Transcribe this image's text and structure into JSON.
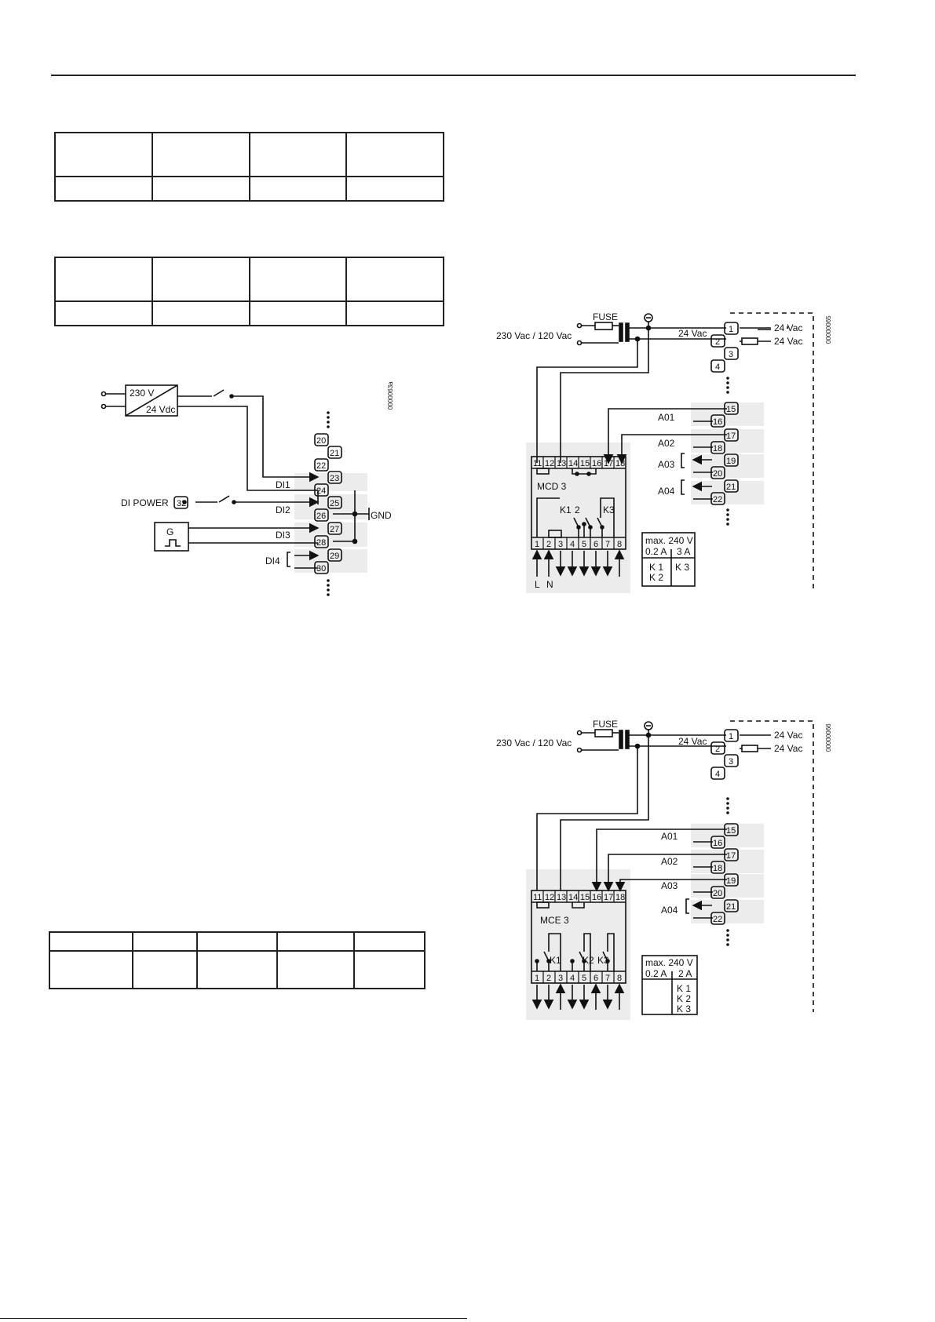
{
  "digital_inputs_diagram": {
    "psu_in": "230 V",
    "psu_out": "24 Vdc",
    "di_power": "DI POWER",
    "di_power_term": "32",
    "gnd": "GND",
    "generator": "G",
    "di1": "DI1",
    "di2": "DI2",
    "di3": "DI3",
    "di4": "DI4",
    "terms": [
      "20",
      "21",
      "22",
      "23",
      "24",
      "25",
      "26",
      "27",
      "28",
      "29",
      "30"
    ],
    "code": "0000063a"
  },
  "mcd_diagram": {
    "fuse": "FUSE",
    "supply": "230 Vac / 120 Vac",
    "mid_voltage": "24 Vac",
    "out1": "24 Vac",
    "out2": "24 Vac",
    "ctrl_terms": [
      "1",
      "2",
      "3",
      "4",
      "15",
      "16",
      "17",
      "18",
      "19",
      "20",
      "21",
      "22"
    ],
    "ao1": "A01",
    "ao2": "A02",
    "ao3": "A03",
    "ao4": "A04",
    "module": "MCD 3",
    "top_terms": [
      "11",
      "12",
      "13",
      "14",
      "15",
      "16",
      "17",
      "18"
    ],
    "bot_terms": [
      "1",
      "2",
      "3",
      "4",
      "5",
      "6",
      "7",
      "8"
    ],
    "k1": "K1",
    "k2": "2",
    "k3": "K3",
    "l": "L",
    "n": "N",
    "rating_max": "max. 240 V",
    "rating_a1": "0.2 A",
    "rating_a2": "3 A",
    "rating_k1": "K 1",
    "rating_k2": "K 2",
    "rating_k3": "K 3",
    "code": "00000065"
  },
  "mce_diagram": {
    "fuse": "FUSE",
    "supply": "230 Vac / 120 Vac",
    "mid_voltage": "24 Vac",
    "out1": "24 Vac",
    "out2": "24 Vac",
    "ctrl_terms": [
      "1",
      "2",
      "3",
      "4",
      "15",
      "16",
      "17",
      "18",
      "19",
      "20",
      "21",
      "22"
    ],
    "ao1": "A01",
    "ao2": "A02",
    "ao3": "A03",
    "ao4": "A04",
    "module": "MCE 3",
    "top_terms": [
      "11",
      "12",
      "13",
      "14",
      "15",
      "16",
      "17",
      "18"
    ],
    "bot_terms": [
      "1",
      "2",
      "3",
      "4",
      "5",
      "6",
      "7",
      "8"
    ],
    "k1": "K1",
    "k2": "K2",
    "k3": "K3",
    "rating_max": "max. 240 V",
    "rating_a1": "0.2 A",
    "rating_a2": "2 A",
    "rating_k1": "K 1",
    "rating_k2": "K 2",
    "rating_k3": "K 3",
    "code": "00000066"
  }
}
